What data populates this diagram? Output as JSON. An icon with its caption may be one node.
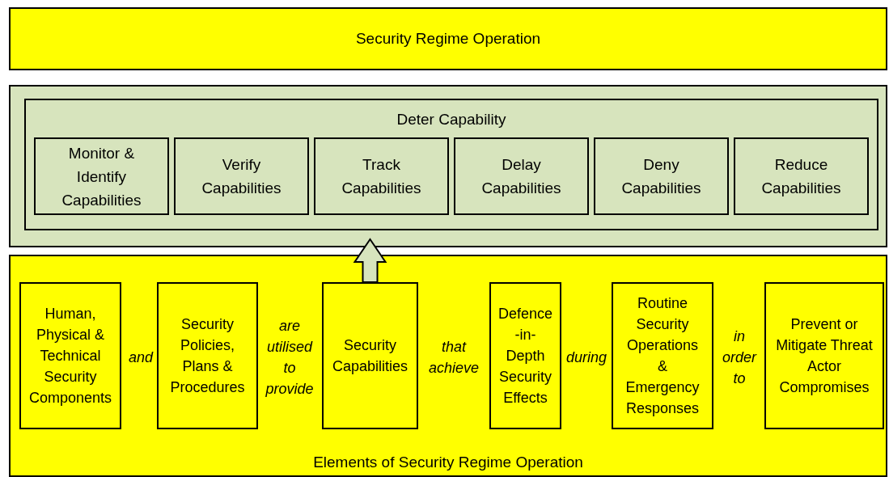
{
  "diagram": {
    "nodes": [
      {
        "text": [
          "Security Regime Operation"
        ]
      },
      {
        "text": [],
        "shape": "box"
      },
      {
        "text": [
          "Deter Capability"
        ],
        "in": 1
      },
      {
        "text": [
          "Monitor & Identify Capabilities"
        ],
        "in": 2
      },
      {
        "text": [
          "Verify Capabilities"
        ],
        "in": 2
      },
      {
        "text": [
          "Track Capabilities"
        ],
        "in": 2
      },
      {
        "text": [
          "Delay Capabilities"
        ],
        "in": 2
      },
      {
        "text": [
          "Deny Capabilities"
        ],
        "in": 2
      },
      {
        "text": [
          "Reduce Capabilities"
        ],
        "in": 2
      },
      {
        "text": [
          "Elements of Security Regime Operation"
        ]
      },
      {
        "text": [
          "Human, Physical & Technical Security Components"
        ],
        "in": 9
      },
      {
        "text": [
          "Security Policies, Plans & Procedures"
        ],
        "in": 9
      },
      {
        "text": [
          "Security Capabilities"
        ],
        "in": 9
      },
      {
        "text": [
          "Defence -in- Depth Security Effects"
        ],
        "in": 9
      },
      {
        "text": [
          "Routine Security Operations & Emergency Responses"
        ],
        "in": 9
      },
      {
        "text": [
          "Prevent or Mitigate Threat Actor Compromises"
        ],
        "in": 9
      }
    ],
    "edges": [
      {
        "from": 12,
        "to": 1,
        "arrow": "to"
      }
    ],
    "labels": [
      "and",
      "are utilised to provide",
      "that achieve",
      "during",
      "in order to"
    ]
  }
}
